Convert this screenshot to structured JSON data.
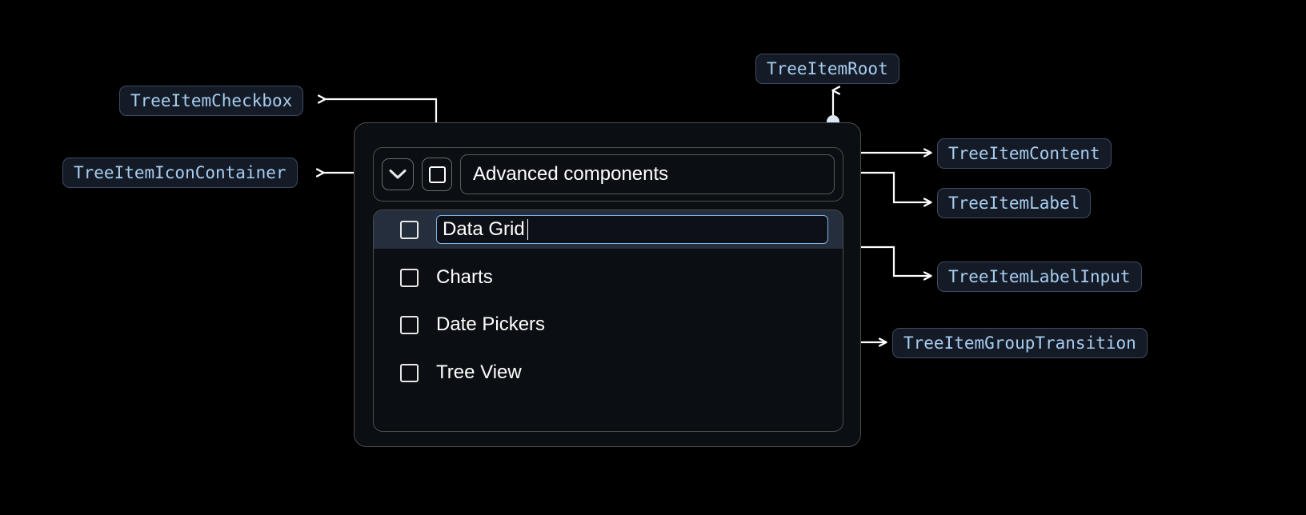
{
  "theme": {
    "background": "#000000",
    "chip_bg": "#141b26",
    "chip_border": "#3f4c60",
    "chip_text": "#a8cdf0",
    "wire": "#ffffff",
    "dot": "#dbe7f5",
    "panel_border": "#4d4d4d",
    "panel_bg": "#0b0e12",
    "selected_row_bg": "#242e3c",
    "input_border": "#7cb3e8",
    "text": "#ffffff"
  },
  "annotations": [
    {
      "id": "tree-item-checkbox",
      "label": "TreeItemCheckbox"
    },
    {
      "id": "tree-item-icon-container",
      "label": "TreeItemIconContainer"
    },
    {
      "id": "tree-item-root",
      "label": "TreeItemRoot"
    },
    {
      "id": "tree-item-content",
      "label": "TreeItemContent"
    },
    {
      "id": "tree-item-label",
      "label": "TreeItemLabel"
    },
    {
      "id": "tree-item-label-input",
      "label": "TreeItemLabelInput"
    },
    {
      "id": "tree-item-group-transition",
      "label": "TreeItemGroupTransition"
    }
  ],
  "tree": {
    "root": {
      "expand_icon": "chevron-down-icon",
      "checked": false,
      "label": "Advanced components"
    },
    "items": [
      {
        "label": "Data Grid",
        "checked": false,
        "editing": true,
        "selected": true
      },
      {
        "label": "Charts",
        "checked": false,
        "editing": false,
        "selected": false
      },
      {
        "label": "Date Pickers",
        "checked": false,
        "editing": false,
        "selected": false
      },
      {
        "label": "Tree View",
        "checked": false,
        "editing": false,
        "selected": false
      }
    ],
    "editing_value": "Data Grid"
  }
}
